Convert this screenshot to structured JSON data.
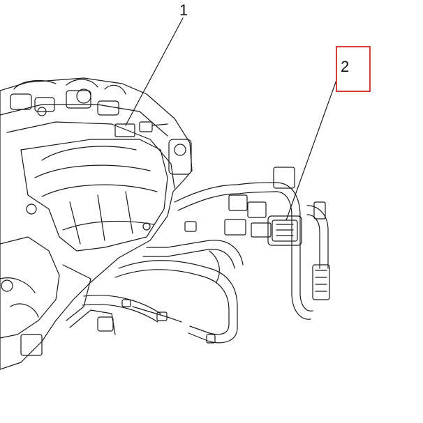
{
  "callouts": [
    {
      "label": "1",
      "target": "engine-harness-connector"
    },
    {
      "label": "2",
      "target": "harness-connector-module"
    }
  ],
  "highlight": {
    "callout": "2",
    "color": "#d93a3a"
  },
  "colors": {
    "line": "#1a1a1a",
    "background": "#ffffff",
    "highlight": "#d93a3a"
  }
}
